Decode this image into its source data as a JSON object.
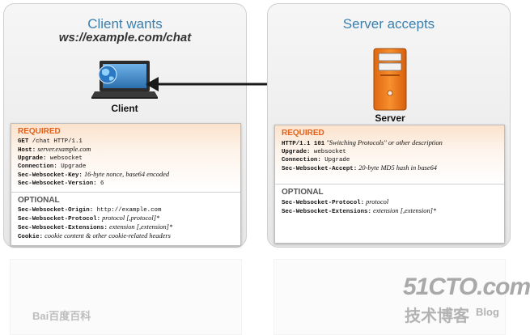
{
  "client": {
    "title": "Client wants",
    "url": "ws://example.com/chat",
    "device_label": "Client",
    "device_icon": "laptop-globe-icon",
    "required_title": "REQUIRED",
    "required_lines": [
      {
        "key": "GET",
        "val": " /chat HTTP/1.1",
        "val_style": "plain"
      },
      {
        "key": "Host:",
        "val": " server.example.com",
        "val_style": "italic"
      },
      {
        "key": "Upgrade:",
        "val": " websocket",
        "val_style": "plain"
      },
      {
        "key": "Connection:",
        "val": " Upgrade",
        "val_style": "plain"
      },
      {
        "key": "Sec-Websocket-Key:",
        "val": " 16-byte nonce, base64 encoded",
        "val_style": "italic"
      },
      {
        "key": "Sec-Websocket-Version:",
        "val": " 6",
        "val_style": "plain"
      }
    ],
    "optional_title": "OPTIONAL",
    "optional_lines": [
      {
        "key": "Sec-Websocket-Origin:",
        "val": " http://example.com",
        "val_style": "plain"
      },
      {
        "key": "Sec-Websocket-Protocol:",
        "val": " protocol [,protocol]*",
        "val_style": "italic"
      },
      {
        "key": "Sec-Websocket-Extensions:",
        "val": " extension [,extension]*",
        "val_style": "italic"
      },
      {
        "key": "Cookie:",
        "val": " cookie content & other cookie-related headers",
        "val_style": "italic"
      }
    ]
  },
  "server": {
    "title": "Server accepts",
    "device_label": "Server",
    "device_icon": "server-tower-icon",
    "required_title": "REQUIRED",
    "required_lines": [
      {
        "key": "HTTP/1.1 101",
        "val": " \"Switching Protocols\" or other description",
        "val_style": "italic"
      },
      {
        "key": "Upgrade:",
        "val": " websocket",
        "val_style": "plain"
      },
      {
        "key": "Connection:",
        "val": " Upgrade",
        "val_style": "plain"
      },
      {
        "key": "Sec-Websocket-Accept:",
        "val": " 20-byte MD5 hash in base64",
        "val_style": "italic"
      }
    ],
    "optional_title": "OPTIONAL",
    "optional_lines": [
      {
        "key": "Sec-Websocket-Protocol:",
        "val": " protocol",
        "val_style": "italic"
      },
      {
        "key": "Sec-Websocket-Extensions:",
        "val": " extension [,extension]*",
        "val_style": "italic"
      }
    ]
  },
  "connector_icon": "double-arrow-icon",
  "watermarks": {
    "left": "Bai百度百科",
    "right_main": "51CTO.com",
    "right_sub": "技术博客",
    "right_blog": "Blog"
  },
  "colors": {
    "title_blue": "#3b7fae",
    "required_orange": "#e2621c",
    "server_orange": "#f07a1a"
  }
}
